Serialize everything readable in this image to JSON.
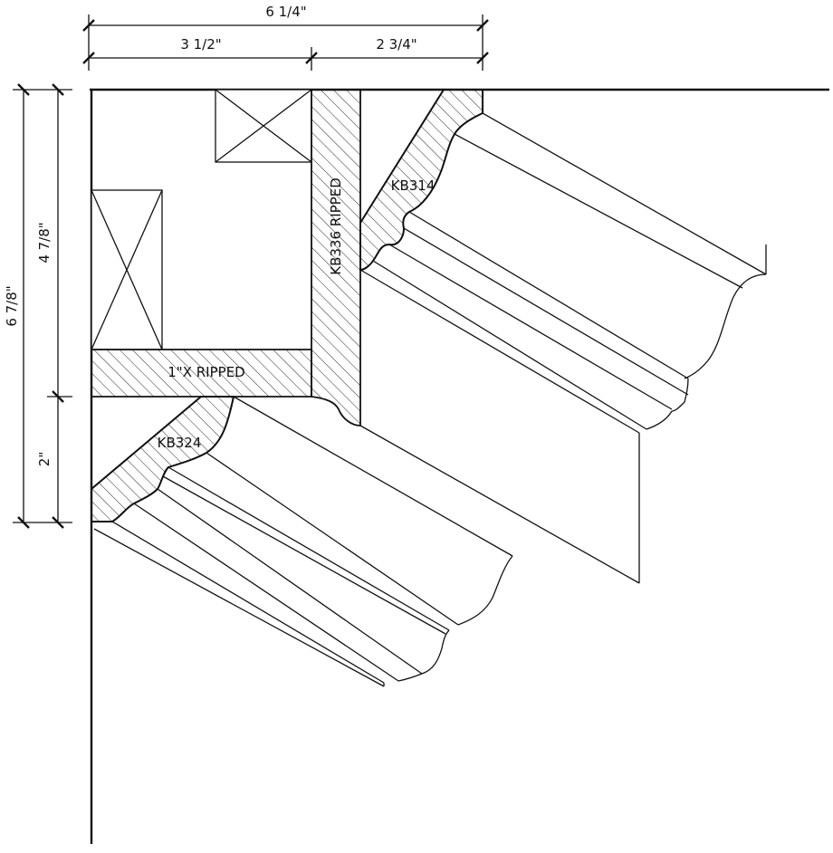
{
  "colors": {
    "ink": "#111111",
    "paper": "#ffffff"
  },
  "dimensions": {
    "top_overall": "6 1/4\"",
    "top_left": "3 1/2\"",
    "top_right": "2 3/4\"",
    "left_overall": "6 7/8\"",
    "left_upper": "4 7/8\"",
    "left_lower": "2\""
  },
  "labels": {
    "upper_crown": "KB314",
    "lower_crown": "KB324",
    "vertical_strip": "KB336 RIPPED",
    "horizontal_strip": "1\"X RIPPED"
  }
}
